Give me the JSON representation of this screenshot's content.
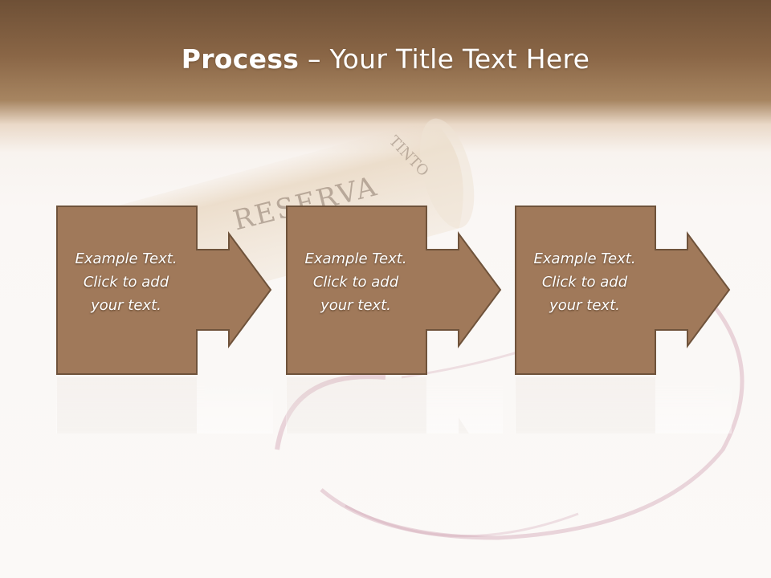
{
  "slide": {
    "title_bold": "Process",
    "title_rest": " – Your Title Text Here"
  },
  "background": {
    "cork_text": "RESERVA",
    "cork_side_text": "TINTO"
  },
  "steps": [
    {
      "line1": "Example Text.",
      "line2": "Click  to add",
      "line3": "your text."
    },
    {
      "line1": "Example Text.",
      "line2": "Click  to add",
      "line3": "your text."
    },
    {
      "line1": "Example Text.",
      "line2": "Click  to add",
      "line3": "your text."
    }
  ],
  "colors": {
    "shape_fill": "#a0795a",
    "shape_border": "#6f533b",
    "header_dark": "#6e5036",
    "wine_stain": "#c98fa3"
  }
}
